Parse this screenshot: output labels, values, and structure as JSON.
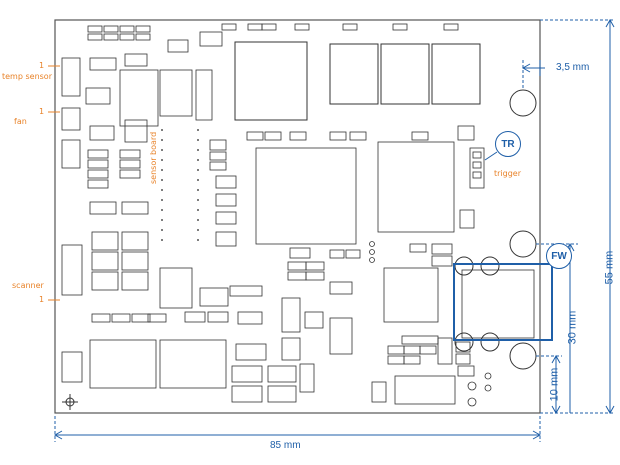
{
  "labels": {
    "temp_sensor": "temp sensor",
    "fan": "fan",
    "scanner": "scanner",
    "sensor_board": "sensor board",
    "trigger": "trigger",
    "pin1_a": "1",
    "pin1_b": "1",
    "pin1_c": "1"
  },
  "dimensions": {
    "width_85": "85 mm",
    "height_55": "55 mm",
    "offset_3_5": "3,5 mm",
    "offset_30": "30 mm",
    "offset_10": "10 mm"
  },
  "markers": {
    "tr": "TR",
    "fw": "FW"
  },
  "colors": {
    "board_outline": "#555555",
    "dimension": "#1f5fa8",
    "label": "#e8832a"
  }
}
